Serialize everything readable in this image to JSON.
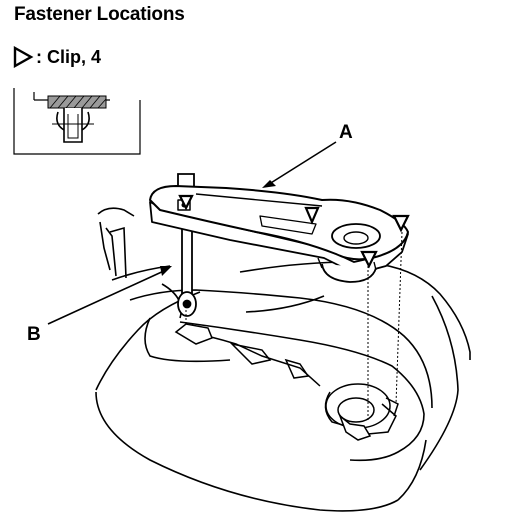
{
  "title": "Fastener Locations",
  "legend": {
    "symbol": "triangle-clip-icon",
    "text": ": Clip, 4"
  },
  "callouts": {
    "a": "A",
    "b": "B"
  }
}
